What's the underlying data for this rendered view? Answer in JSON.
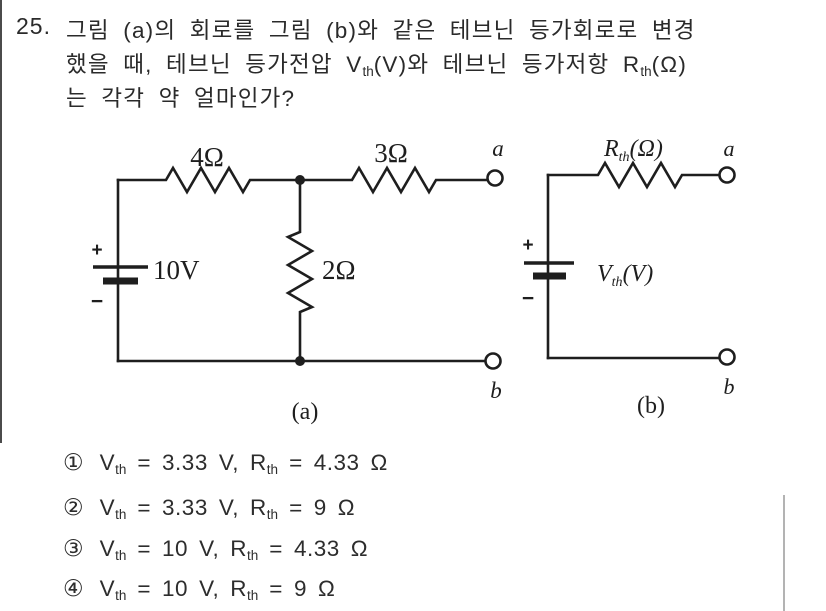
{
  "question": {
    "number": "25.",
    "line1": "그림 (a)의 회로를 그림 (b)와 같은 테브닌 등가회로로 변경",
    "line2_pre": "했을 때, 테브닌 등가전압 V",
    "line2_sub1": "th",
    "line2_mid": "(V)와 테브닌 등가저항 R",
    "line2_sub2": "th",
    "line2_post": "(Ω)",
    "line3": "는 각각 약 얼마인가?"
  },
  "circuit_a": {
    "caption": "(a)",
    "resistor_top_left": "4Ω",
    "resistor_top_right": "3Ω",
    "resistor_shunt": "2Ω",
    "source_label": "10V",
    "plus": "+",
    "minus": "−",
    "terminal_a": "a",
    "terminal_b": "b"
  },
  "circuit_b": {
    "caption": "(b)",
    "r_base": "R",
    "r_sub": "th",
    "r_unit": "(Ω)",
    "v_base": "V",
    "v_sub": "th",
    "v_unit": "(V)",
    "plus": "+",
    "minus": "−",
    "terminal_a": "a",
    "terminal_b": "b"
  },
  "labels": {
    "v": "V",
    "r": "R",
    "th": "th",
    "eq": "=",
    "v_unit": "V,",
    "ohm": "Ω"
  },
  "options": [
    {
      "num": "①",
      "vth": "3.33",
      "rth": "4.33"
    },
    {
      "num": "②",
      "vth": "3.33",
      "rth": "9"
    },
    {
      "num": "③",
      "vth": "10",
      "rth": "4.33"
    },
    {
      "num": "④",
      "vth": "10",
      "rth": "9"
    }
  ],
  "colors": {
    "ink": "#1e1e1e",
    "left_rule": "#4b4b4b",
    "right_rule": "#b3b3b3"
  }
}
